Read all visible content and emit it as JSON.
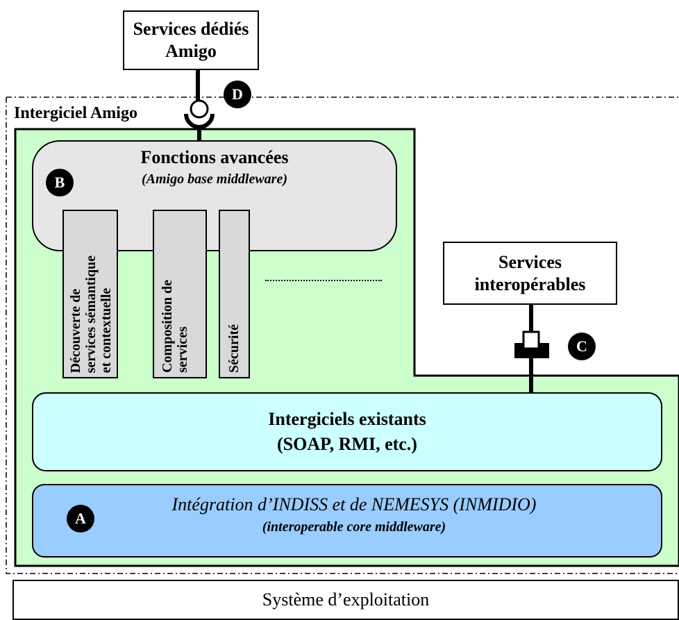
{
  "dedicated_services": {
    "line1": "Services dédiés",
    "line2": "Amigo"
  },
  "middleware_label": "Intergiciel Amigo",
  "advanced_functions": {
    "title": "Fonctions avancées",
    "subtitle": "(Amigo base  middleware)",
    "modules": [
      {
        "lines": [
          "Découverte de",
          "services sémantique",
          "et contextuelle"
        ]
      },
      {
        "lines": [
          "Composition de",
          "services"
        ]
      },
      {
        "lines": [
          "Sécurité"
        ]
      }
    ]
  },
  "interoperable_services": {
    "line1": "Services",
    "line2": "interopérables"
  },
  "existing_middleware": {
    "line1": "Intergiciels existants",
    "line2": "(SOAP, RMI, etc.)"
  },
  "core_middleware": {
    "title": "Intégration d’INDISS et de NEMESYS (INMIDIO)",
    "subtitle": "(interoperable core middleware)"
  },
  "operating_system": "Système d’exploitation",
  "badges": {
    "a": "A",
    "b": "B",
    "c": "C",
    "d": "D"
  },
  "colors": {
    "green_region": "#ccffcc",
    "advanced_box": "#e6e6e6",
    "module_box": "#d9d9d9",
    "existing_box": "#ccffff",
    "core_box": "#99ccff"
  }
}
